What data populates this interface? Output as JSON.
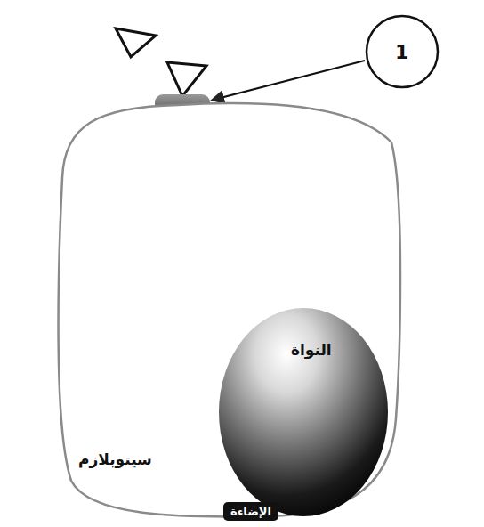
{
  "diagram": {
    "nodes": [
      {
        "text": [
          "سيتوبلازم"
        ]
      },
      {
        "text": [
          "النواة"
        ],
        "in": 0
      }
    ],
    "labels": [
      "1",
      "الإضاءة"
    ]
  }
}
